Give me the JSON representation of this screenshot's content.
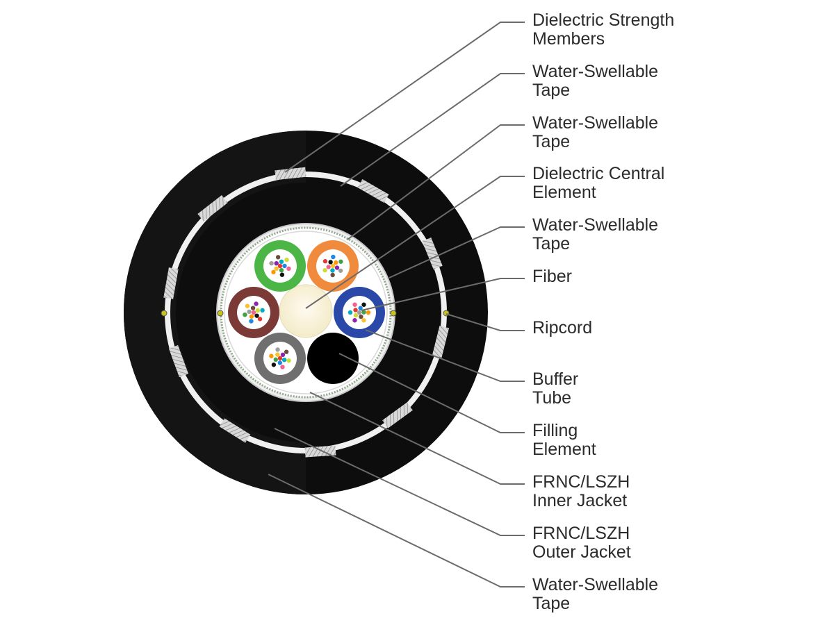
{
  "labels": {
    "dielectric_strength_members": "Dielectric Strength\nMembers",
    "water_swellable_tape_1": "Water-Swellable\nTape",
    "water_swellable_tape_2": "Water-Swellable\nTape",
    "dielectric_central_element": "Dielectric Central\nElement",
    "water_swellable_tape_3": "Water-Swellable\nTape",
    "fiber": "Fiber",
    "ripcord": "Ripcord",
    "buffer_tube": "Buffer\nTube",
    "filling_element": "Filling\nElement",
    "inner_jacket": "FRNC/LSZH\nInner Jacket",
    "outer_jacket": "FRNC/LSZH\nOuter Jacket",
    "water_swellable_tape_4": "Water-Swellable\nTape"
  },
  "colors": {
    "outer_jacket": "#0d0d0d",
    "inner_jacket": "#0d0d0d",
    "tape": "#f2f2f2",
    "central_element": "#f8f1d6",
    "leader_line": "#6b6b6b",
    "ripcord": "#c9c21a",
    "tube_green": "#4bb545",
    "tube_orange": "#f08a3c",
    "tube_brown": "#7b3a36",
    "tube_blue": "#2a48a8",
    "tube_gray": "#6f6f6f"
  },
  "fiber_colors": [
    "#e53935",
    "#1e88e5",
    "#43a047",
    "#fbc02d",
    "#8e24aa",
    "#00acc1",
    "#f06292",
    "#111111",
    "#ff9800",
    "#9e9e9e",
    "#6d4c41",
    "#cddc39"
  ]
}
